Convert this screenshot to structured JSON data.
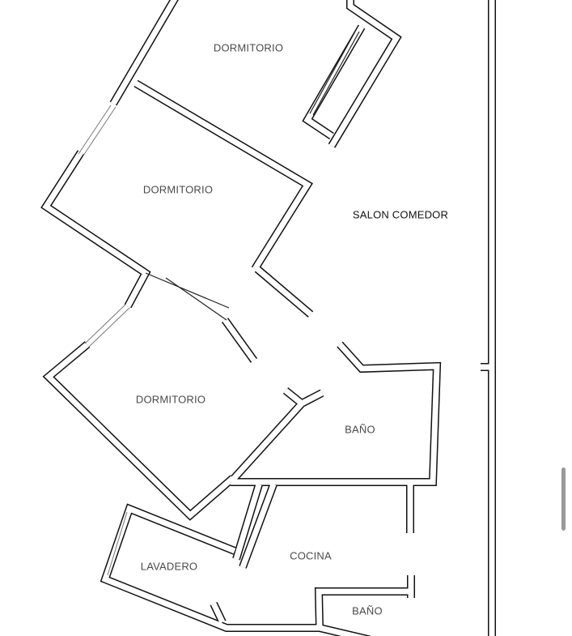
{
  "floor_plan": {
    "rooms": [
      {
        "id": "dormitorio-1",
        "label": "DORMITORIO"
      },
      {
        "id": "dormitorio-2",
        "label": "DORMITORIO"
      },
      {
        "id": "salon-comedor",
        "label": "SALON COMEDOR"
      },
      {
        "id": "dormitorio-3",
        "label": "DORMITORIO"
      },
      {
        "id": "bano-1",
        "label": "BAÑO"
      },
      {
        "id": "cocina",
        "label": "COCINA"
      },
      {
        "id": "lavadero",
        "label": "LAVADERO"
      },
      {
        "id": "bano-2",
        "label": "BAÑO"
      }
    ]
  },
  "colors": {
    "wall": "#111111",
    "label": "#4a4a4a",
    "scrollbar": "#9a9a9a"
  }
}
